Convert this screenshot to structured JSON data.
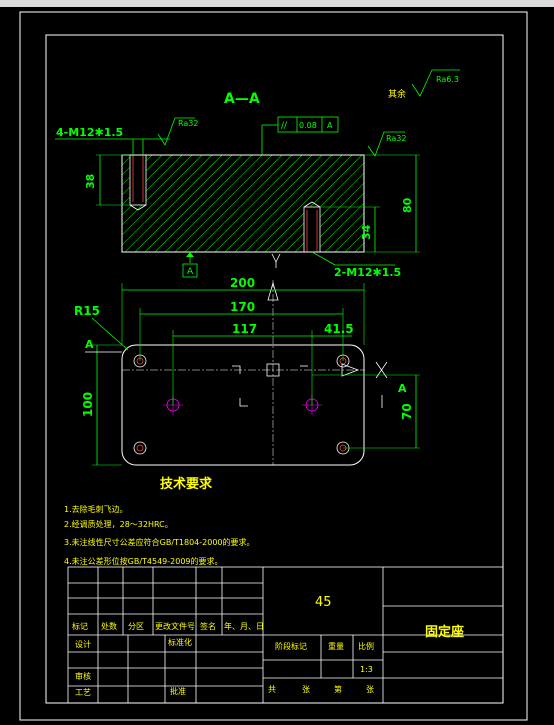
{
  "colors": {
    "background": "#000000",
    "frame": "#ffffff",
    "outline": "#ffffff",
    "dimension": "#00ff00",
    "hatch": "#00ff00",
    "text_yellow": "#ffff00",
    "holes": "#ff0000",
    "center_marks": "#ff00ff",
    "tol_blue": "#4da6ff",
    "top_bar": "#dcdcdc"
  },
  "drawing": {
    "section_label": "A—A",
    "thread_top_left": "4-M12✱1.5",
    "thread_bottom_right": "2-M12✱1.5",
    "roughness_top_left": "Ra32",
    "roughness_top_right": "Ra32",
    "roughness_rest_label": "其余",
    "roughness_rest_value": "Ra6.3",
    "flatness_symbol": "//",
    "flatness_value": "0.08",
    "flatness_datum": "A",
    "datum_label": "A",
    "dim_thread_depth": "38",
    "dim_height": "80",
    "dim_bolt_depth": "34",
    "dim_width": "200",
    "dim_hole_span": "170",
    "dim_inner_span": "117",
    "dim_offset": "41.5",
    "dim_radius": "R15",
    "dim_depth": "100",
    "dim_pin_span": "70",
    "view_label_left": "A",
    "view_label_right": "A"
  },
  "notes": {
    "heading": "技术要求",
    "items": [
      "1.去除毛刺飞边。",
      "2.经调质处理，28～32HRC。",
      "3.未注线性尺寸公差应符合GB/T1804-2000的要求。",
      "4.未注公差形位按GB/T4549-2009的要求。"
    ]
  },
  "title_block": {
    "material": "45",
    "part_name": "固定座",
    "row_headers": [
      "标记",
      "处数",
      "分区",
      "更改文件号",
      "签名",
      "年、月、日"
    ],
    "design_label": "设计",
    "standard_label": "标准化",
    "stage_label": "阶段标记",
    "weight_label": "重量",
    "scale_label": "比例",
    "scale_value": "1:3",
    "review_label": "审核",
    "process_label": "工艺",
    "approve_label": "批准",
    "total_label": "共",
    "sheet_label": "张",
    "page_label": "第",
    "page_sheet_label": "张"
  }
}
